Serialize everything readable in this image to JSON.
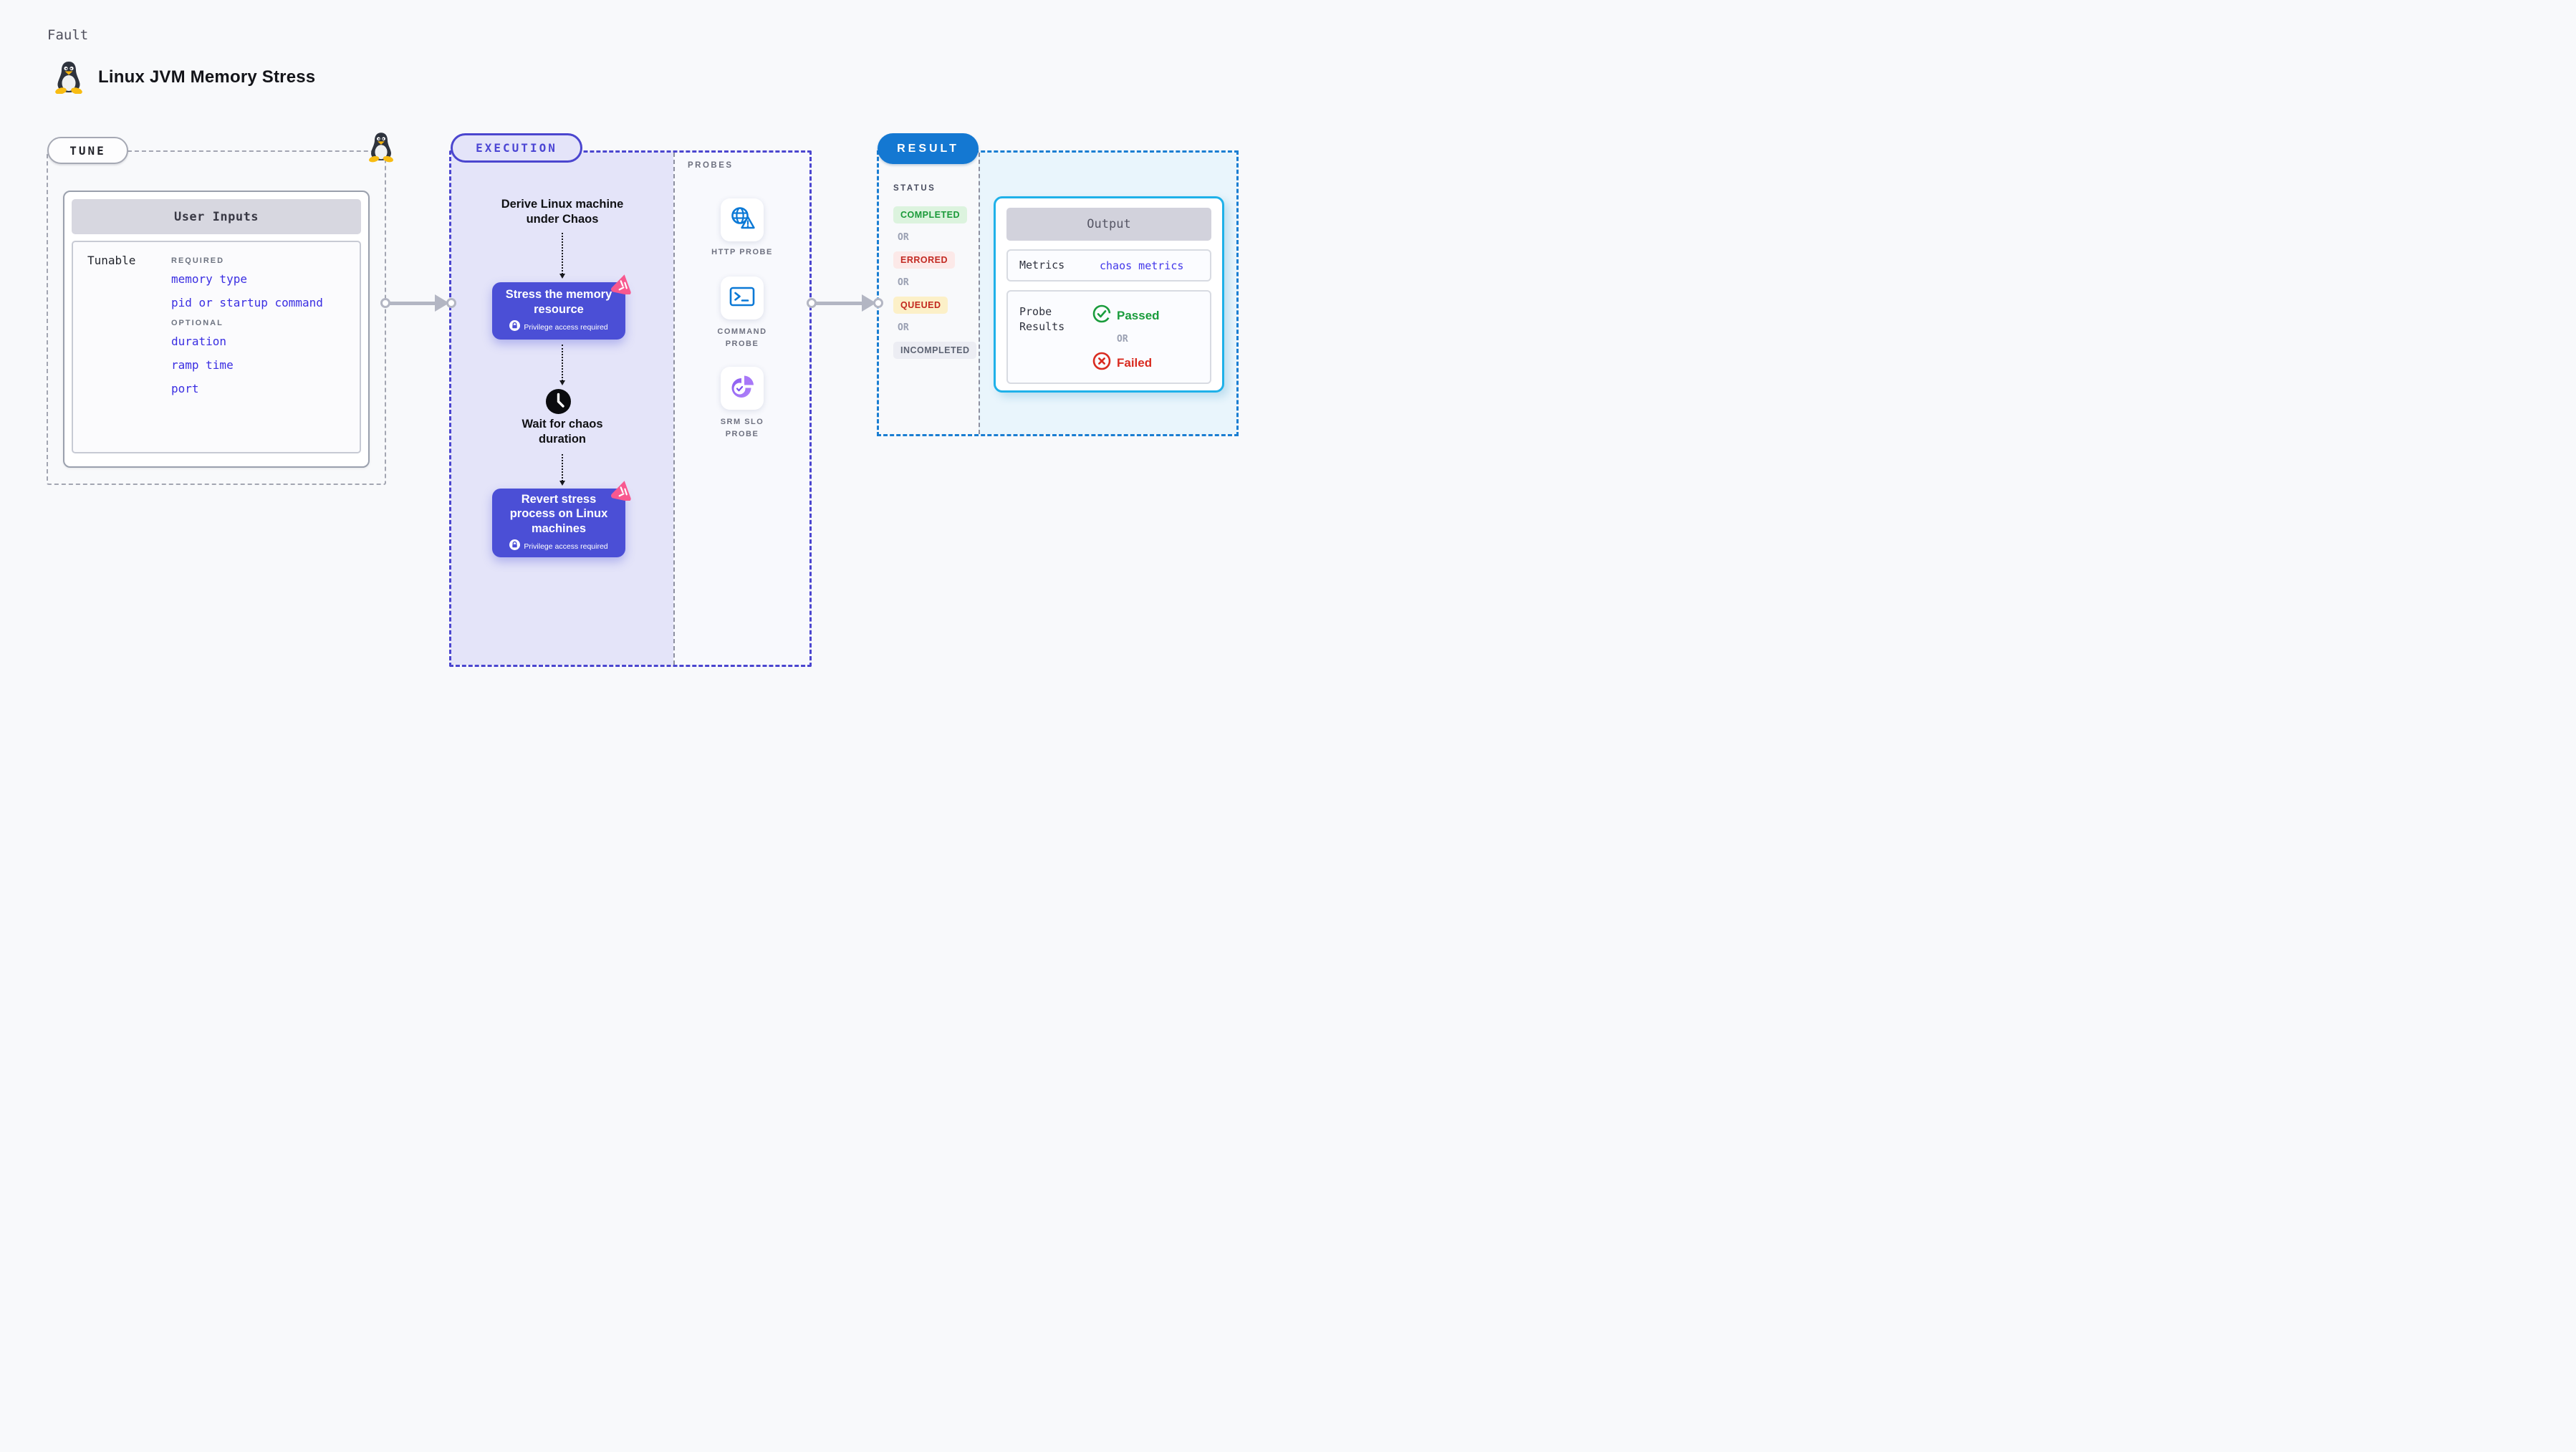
{
  "page": {
    "kicker": "Fault",
    "title": "Linux JVM Memory Stress"
  },
  "tune": {
    "badge": "TUNE",
    "card_title": "User Inputs",
    "row_label": "Tunable",
    "groups": [
      {
        "heading": "REQUIRED",
        "items": [
          "memory type",
          "pid or startup command"
        ]
      },
      {
        "heading": "OPTIONAL",
        "items": [
          "duration",
          "ramp time",
          "port"
        ]
      }
    ]
  },
  "execution": {
    "badge": "EXECUTION",
    "derive_label": "Derive Linux machine under Chaos",
    "stress_label": "Stress the memory resource",
    "wait_label": "Wait for chaos duration",
    "revert_label": "Revert stress process on Linux machines",
    "privilege_label": "Privilege access required"
  },
  "probes": {
    "heading": "PROBES",
    "items": [
      {
        "label": "HTTP PROBE",
        "icon": "globe-alert-icon"
      },
      {
        "label": "COMMAND PROBE",
        "icon": "terminal-icon"
      },
      {
        "label": "SRM SLO PROBE",
        "icon": "slo-pie-check-icon"
      }
    ]
  },
  "result": {
    "badge": "RESULT",
    "status_heading": "STATUS",
    "or_label": "OR",
    "statuses": [
      {
        "label": "COMPLETED",
        "css": "background:#dcf3de;color:#1a9a39"
      },
      {
        "label": "ERRORED",
        "css": "background:#fce9e8;color:#c22a22"
      },
      {
        "label": "QUEUED",
        "css": "background:#fcf0c8;color:#c2281e"
      },
      {
        "label": "INCOMPLETED",
        "css": "background:#ecedf3;color:#5d6373"
      }
    ],
    "output": {
      "title": "Output",
      "metrics_label": "Metrics",
      "metrics_value": "chaos metrics",
      "probe_results_label": "Probe Results",
      "passed_label": "Passed",
      "or_label": "OR",
      "failed_label": "Failed"
    }
  },
  "colors": {
    "accent_indigo": "#4b46cf",
    "node_indigo": "#4b4fd6",
    "accent_blue": "#1478d2",
    "output_border_cyan": "#1fb1e9",
    "link_blue": "#3a2ee2",
    "passed_green": "#1a9c3c",
    "failed_red": "#d92b20",
    "chaos_pink": "#f8588f"
  }
}
